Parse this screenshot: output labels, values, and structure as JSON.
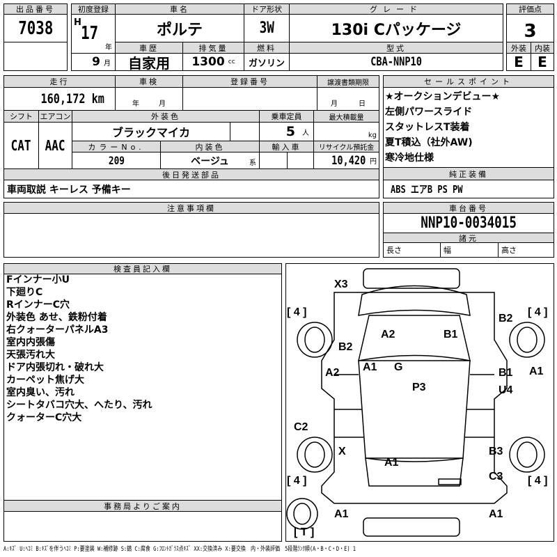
{
  "header": {
    "lot_label": "出品番号",
    "lot": "7038",
    "first_reg_label": "初度登録",
    "era": "H",
    "year": "17",
    "year_unit": "年",
    "month": "9",
    "month_unit": "月",
    "name_label": "車名",
    "name": "ポルテ",
    "door_label": "ドア形状",
    "door": "3W",
    "grade_label": "グレード",
    "grade": "130i Cパッケージ",
    "score_label": "評価点",
    "score": "3",
    "history_label": "車歴",
    "history": "自家用",
    "displacement_label": "排気量",
    "displacement": "1300",
    "cc": "cc",
    "fuel_label": "燃料",
    "fuel": "ガソリン",
    "model_label": "型式",
    "model": "CBA-NNP10",
    "ext_label": "外装",
    "ext": "E",
    "int_label": "内装",
    "int": "E"
  },
  "details": {
    "mileage_label": "走行",
    "mileage": "160,172 km",
    "inspection_label": "車検",
    "inspection_year": "年",
    "inspection_month": "月",
    "reg_no_label": "登録番号",
    "transfer_label": "譲渡書類期限",
    "transfer_month": "月",
    "transfer_day": "日",
    "shift_label": "シフト",
    "shift": "CAT",
    "ac_label": "エアコン",
    "ac": "AAC",
    "color_label": "外装色",
    "color": "ブラックマイカ",
    "seats_label": "乗車定員",
    "seats": "5",
    "seats_unit": "人",
    "load_label": "最大積載量",
    "load_unit": "kg",
    "color_no_label": "カラーNo.",
    "color_no": "209",
    "interior_label": "内装色",
    "interior": "ベージュ",
    "interior_suffix": "系",
    "import_label": "輸入車",
    "recycle_label": "リサイクル預託金",
    "recycle": "10,420",
    "recycle_unit": "円",
    "later_parts_label": "後日発送部品",
    "later_parts": "車両取説 キーレス 予備キー"
  },
  "sales_points": {
    "label": "セールスポイント",
    "items": [
      "★オークションデビュー★",
      "左側パワースライド",
      "スタットレスT装着",
      "夏T積込（社外AW)",
      "寒冷地仕様"
    ]
  },
  "equipment": {
    "label": "純正装備",
    "value": "ABS エアB PS PW"
  },
  "notes": {
    "label": "注意事項欄"
  },
  "chassis": {
    "label": "車台番号",
    "value": "NNP10-0034015",
    "spec_label": "諸元",
    "length": "長さ",
    "width": "幅",
    "height": "高さ"
  },
  "inspector": {
    "label": "検査員記入欄",
    "items": [
      "Fインナー小U",
      "下廻りC",
      "RインナーC穴",
      "外装色 あせ、鉄粉付着",
      "右クォーターパネルA3",
      "室内内張傷",
      "天張汚れ大",
      "ドア内張切れ・破れ大",
      "カーペット焦げ大",
      "室内臭い、汚れ",
      "シートタバコ穴大、へたり、汚れ",
      "クォーターC穴大"
    ]
  },
  "office": {
    "label": "事務局よりご案内"
  },
  "diagram": {
    "marks": [
      "X3",
      "[ 4 ]",
      "[ 4 ]",
      "A2",
      "B1",
      "B2",
      "B2",
      "A1",
      "G",
      "A2",
      "B1",
      "A1",
      "P3",
      "U4",
      "C2",
      "X",
      "A1",
      "B3",
      "[ 4 ]",
      "[ 4 ]",
      "C3",
      "A1",
      "A1",
      "[ T ]"
    ]
  },
  "legend": "A:ｷｽﾞ U:ﾍｺﾐ B:ｷｽﾞを伴うﾍｺﾐ P:要塗装 W:補修跡 S:錆 C:腐食 G:ﾌﾛﾝﾄｶﾞﾗｽ点ｷｽﾞ XX:交換済み X:要交換　内・外装評価　5段階ﾗﾝｸ順(A・B・C・D・E) 1"
}
